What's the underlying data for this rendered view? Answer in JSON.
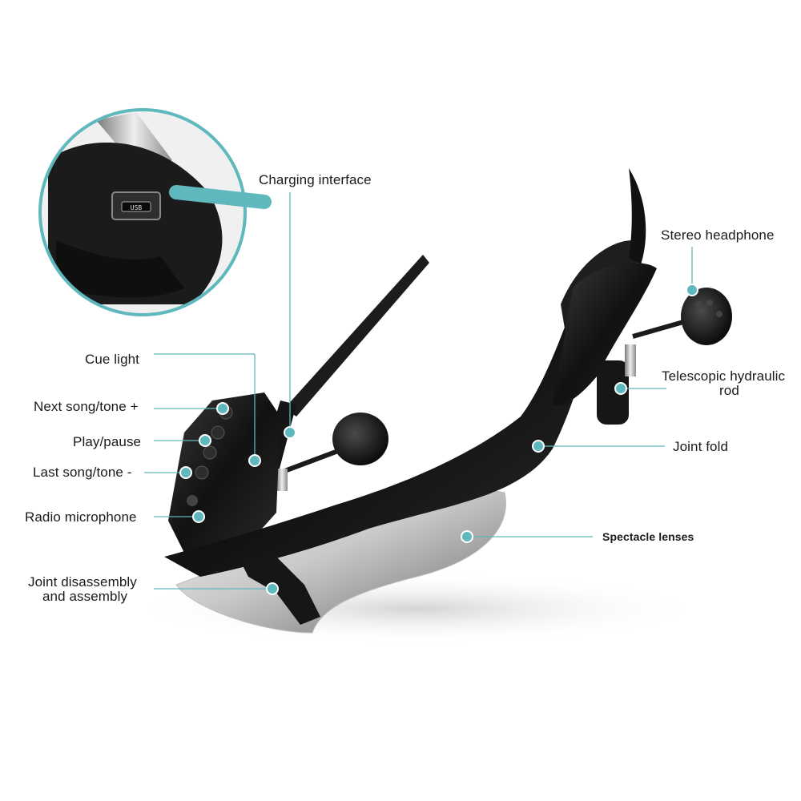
{
  "accent_color": "#5fb8bd",
  "product": "bluetooth-sunglasses",
  "labels": {
    "charging_interface": "Charging interface",
    "stereo_headphone": "Stereo headphone",
    "cue_light": "Cue light",
    "next_song": "Next song/tone +",
    "play_pause": "Play/pause",
    "last_song": "Last song/tone -",
    "radio_microphone": "Radio microphone",
    "joint_disassembly_line1": "Joint disassembly",
    "joint_disassembly_line2": "and assembly",
    "telescopic_line1": "Telescopic hydraulic",
    "telescopic_line2": "rod",
    "joint_fold": "Joint fold",
    "spectacle_lenses": "Spectacle lenses"
  },
  "usb_port_text": "USB"
}
